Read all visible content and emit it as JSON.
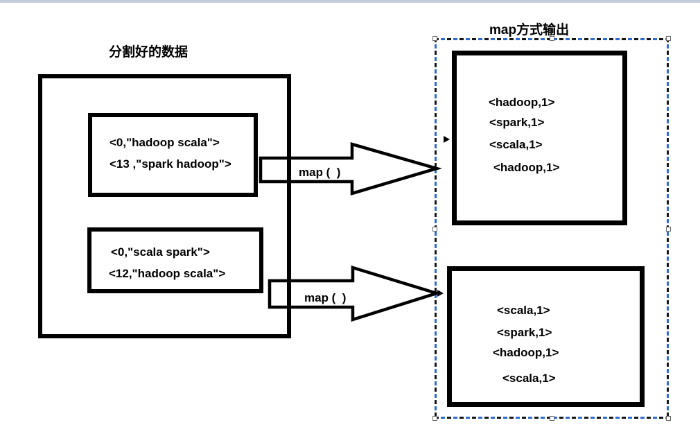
{
  "left": {
    "title": "分割好的数据",
    "box1_lines": [
      "<0,\"hadoop scala\">",
      "<13 ,\"spark hadoop\">"
    ],
    "box2_lines": [
      "<0,\"scala spark\">",
      "<12,\"hadoop scala\">"
    ]
  },
  "right": {
    "title": "map方式输出",
    "box1_lines": [
      "<hadoop,1>",
      "<spark,1>",
      "<scala,1>",
      "<hadoop,1>"
    ],
    "box2_lines": [
      "<scala,1>",
      "<spark,1>",
      "<hadoop,1>",
      "<scala,1>"
    ]
  },
  "arrows": {
    "label1": "map (  )",
    "label2": "map (  )"
  },
  "colors": {
    "outline": "#000000",
    "selection_blue": "#2e6bd0",
    "top_bar": "#c3cdde"
  }
}
